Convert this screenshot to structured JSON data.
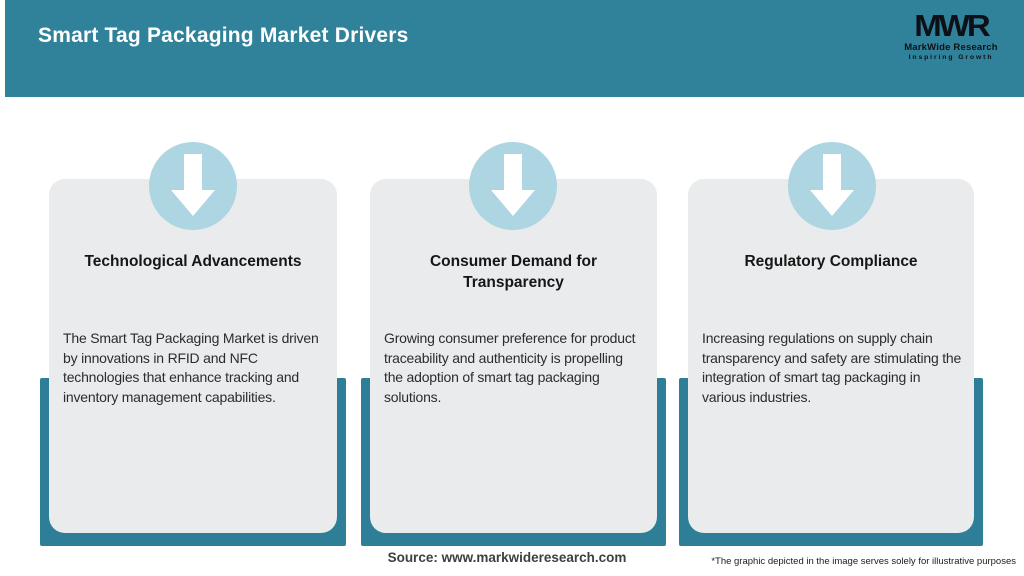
{
  "header": {
    "title": "Smart Tag Packaging Market Drivers",
    "logo": {
      "acronym": "MWR",
      "name": "MarkWide Research",
      "tagline": "Inspiring Growth"
    }
  },
  "cards": [
    {
      "title": "Technological Advancements",
      "description": "The Smart Tag Packaging Market is driven by innovations in RFID and NFC technologies that enhance tracking and inventory management capabilities."
    },
    {
      "title": "Consumer Demand for Transparency",
      "description": "Growing consumer preference for product traceability and authenticity is propelling the adoption of smart tag packaging solutions."
    },
    {
      "title": "Regulatory Compliance",
      "description": "Increasing regulations on supply chain transparency and safety are stimulating the integration of smart tag packaging in various industries."
    }
  ],
  "footer": {
    "source": "Source: www.markwideresearch.com",
    "disclaimer": "*The graphic depicted in the image serves solely for illustrative purposes"
  },
  "colors": {
    "header_bg": "#2F829A",
    "card_bg": "#E9EBEC",
    "frame": "#2D7E96",
    "circle": "#ADD5E2",
    "arrow": "#FFFFFF"
  }
}
